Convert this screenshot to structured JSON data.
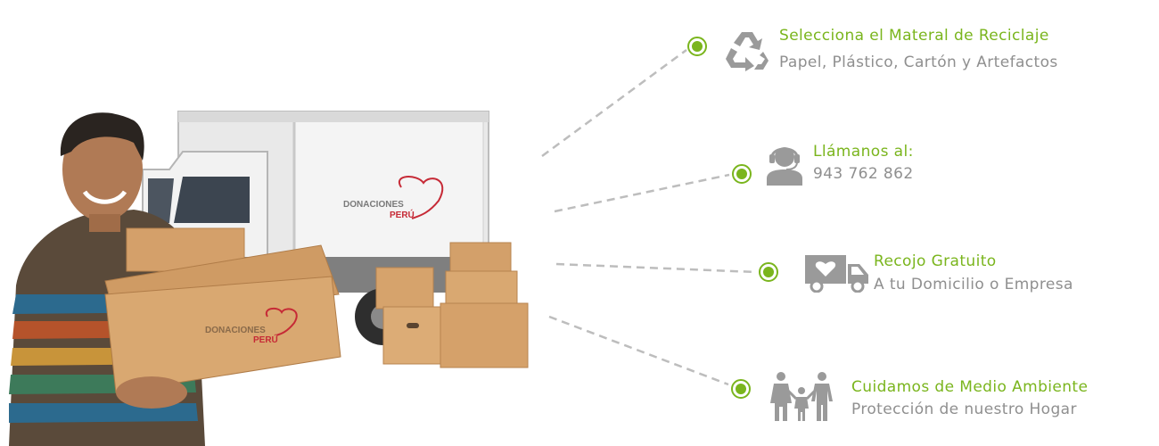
{
  "colors": {
    "accent_green": "#7ab51d",
    "subtitle_gray": "#8f8f8f",
    "icon_gray": "#9a9a9a",
    "connector_gray": "#bdbdbd"
  },
  "hero": {
    "truck_brand": "DONACIONES",
    "truck_brand_sub": "PERÚ",
    "box_brand": "DONACIONES",
    "box_brand_sub": "PERÚ",
    "brand_logo_icon": "heart-outline-icon"
  },
  "features": [
    {
      "icon": "recycle-icon",
      "title": "Selecciona el Materal de Reciclaje",
      "subtitle": "Papel, Plástico, Cartón y Artefactos"
    },
    {
      "icon": "call-center-agent-icon",
      "title": "Llámanos al:",
      "subtitle": "943 762 862"
    },
    {
      "icon": "delivery-truck-heart-icon",
      "title": "Recojo Gratuito",
      "subtitle": "A tu Domicilio o Empresa"
    },
    {
      "icon": "family-icon",
      "title": "Cuidamos de Medio Ambiente",
      "subtitle": "Protección de nuestro Hogar"
    }
  ]
}
